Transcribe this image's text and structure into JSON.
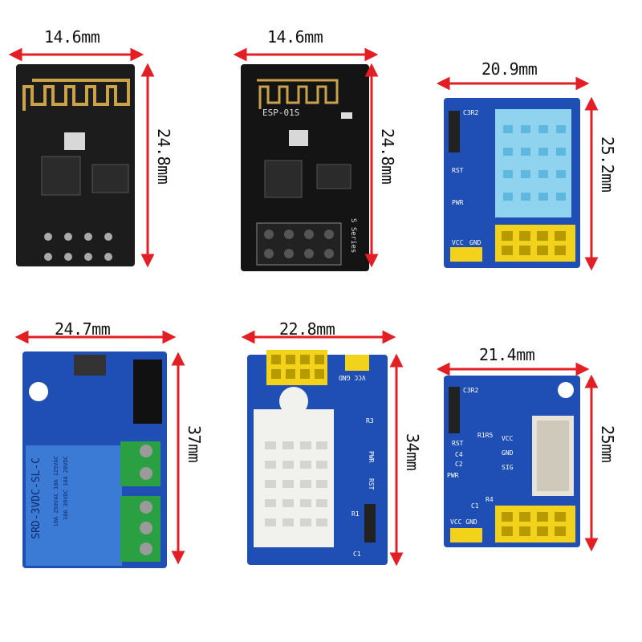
{
  "modules": [
    {
      "id": "esp01-black",
      "width_label": "14.6mm",
      "height_label": "24.8mm"
    },
    {
      "id": "esp01s",
      "width_label": "14.6mm",
      "height_label": "24.8mm",
      "silkscreen": [
        "ESP-01S",
        "S Series"
      ]
    },
    {
      "id": "dht11-shield",
      "width_label": "20.9mm",
      "height_label": "25.2mm",
      "silkscreen": [
        "C3R2",
        "RST",
        "PWR",
        "VCC",
        "GND"
      ]
    },
    {
      "id": "relay-module",
      "width_label": "24.7mm",
      "height_label": "37mm",
      "relay_text": [
        "SRD-3VDC-SL-C",
        "10A 250VAC 10A 125VAC",
        "10A 30VDC 10A 28VDC"
      ]
    },
    {
      "id": "dht22-shield",
      "width_label": "22.8mm",
      "height_label": "34mm",
      "silkscreen": [
        "VCC GND",
        "R3",
        "PWR",
        "RST",
        "R1",
        "C1"
      ]
    },
    {
      "id": "ds18b20-shield",
      "width_label": "21.4mm",
      "height_label": "25mm",
      "silkscreen": [
        "C3R2",
        "R1R5",
        "RST",
        "C4",
        "C2",
        "PWR",
        "C1",
        "R4",
        "VCC GND",
        "VCC",
        "GND",
        "SIG"
      ]
    }
  ],
  "colors": {
    "arrow": "#e31e24",
    "pcb_black": "#1c1c1c",
    "pcb_blue": "#1f4fb4",
    "dht_blue": "#8fd3ef",
    "yellow": "#f3d21b",
    "green": "#2aa042",
    "relay_blue": "#3b7bd6"
  }
}
